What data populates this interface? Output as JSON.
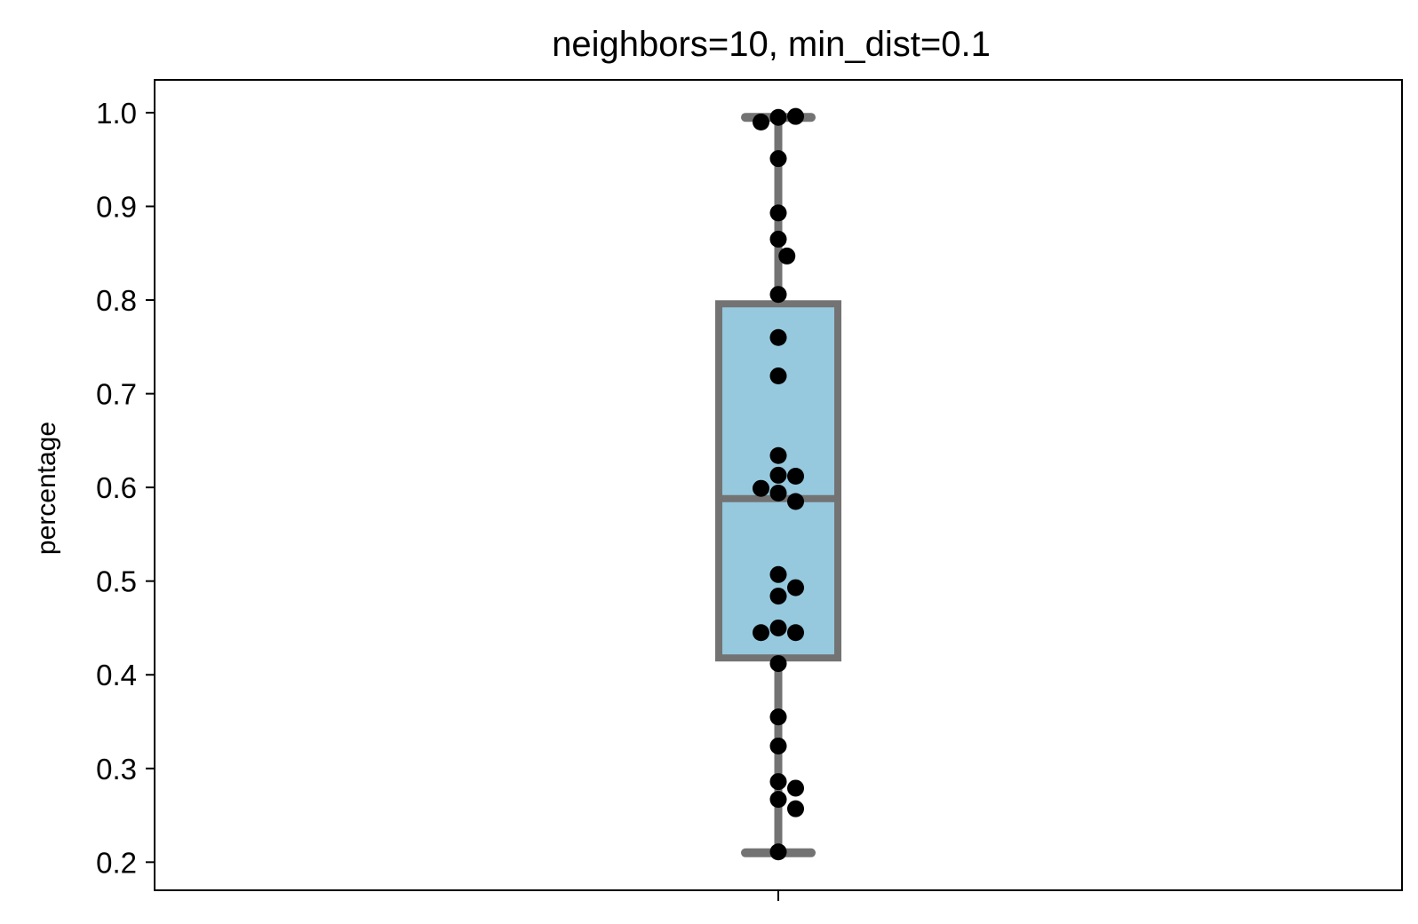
{
  "chart_data": {
    "type": "box",
    "title": "neighbors=10, min_dist=0.1",
    "xlabel": "",
    "ylabel": "percentage",
    "ylim": [
      0.17,
      1.035
    ],
    "yticks": [
      "0.2",
      "0.3",
      "0.4",
      "0.5",
      "0.6",
      "0.7",
      "0.8",
      "0.9",
      "1.0"
    ],
    "grid": false,
    "box": {
      "whisker_low": 0.21,
      "q1": 0.418,
      "median": 0.588,
      "q3": 0.796,
      "whisker_high": 0.995
    },
    "points": [
      0.995,
      0.996,
      0.99,
      0.951,
      0.893,
      0.865,
      0.847,
      0.806,
      0.76,
      0.719,
      0.634,
      0.613,
      0.612,
      0.599,
      0.594,
      0.585,
      0.507,
      0.493,
      0.484,
      0.45,
      0.445,
      0.445,
      0.412,
      0.355,
      0.324,
      0.286,
      0.279,
      0.267,
      0.257,
      0.211
    ],
    "colors": {
      "box_fill": "#96c9de",
      "box_edge": "#737373",
      "points": "#000000"
    }
  }
}
